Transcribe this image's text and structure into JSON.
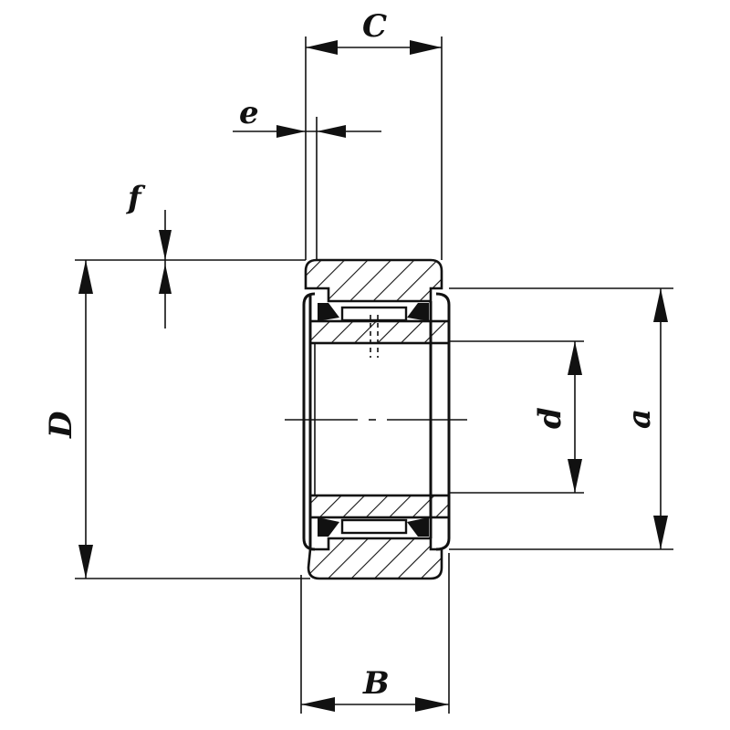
{
  "labels": {
    "C": "C",
    "e": "e",
    "f": "f",
    "D": "D",
    "d": "d",
    "a": "a",
    "B": "B"
  }
}
